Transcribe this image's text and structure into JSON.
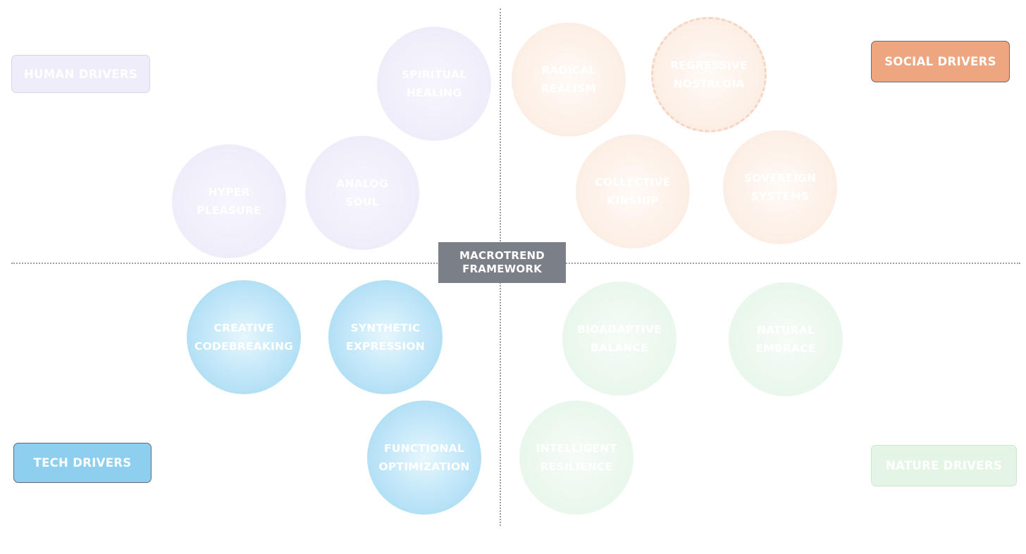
{
  "center": {
    "label": "MACROTREND\nFRAMEWORK"
  },
  "drivers": {
    "human": {
      "label": "HUMAN DRIVERS",
      "color": "#efedfa"
    },
    "social": {
      "label": "SOCIAL DRIVERS",
      "color": "#eda680"
    },
    "tech": {
      "label": "TECH DRIVERS",
      "color": "#8ecfef"
    },
    "nature": {
      "label": "NATURE DRIVERS",
      "color": "#e4f5e6"
    }
  },
  "trends": {
    "human": [
      {
        "label": "SPIRITUAL\nHEALING"
      },
      {
        "label": "HYPER\nPLEASURE"
      },
      {
        "label": "ANALOG\nSOUL"
      }
    ],
    "social": [
      {
        "label": "RADICAL\nREALISM"
      },
      {
        "label": "REGRESSIVE\nNOSTALGIA"
      },
      {
        "label": "COLLECTIVE\nKINSHIP"
      },
      {
        "label": "SOVEREIGN\nSYSTEMS"
      }
    ],
    "tech": [
      {
        "label": "CREATIVE\nCODEBREAKING"
      },
      {
        "label": "SYNTHETIC\nEXPRESSION"
      },
      {
        "label": "FUNCTIONAL\nOPTIMIZATION"
      }
    ],
    "nature": [
      {
        "label": "BIOADAPTIVE\nBALANCE"
      },
      {
        "label": "NATURAL\nEMBRACE"
      },
      {
        "label": "INTELLIGENT\nRESILIENCE"
      }
    ]
  }
}
